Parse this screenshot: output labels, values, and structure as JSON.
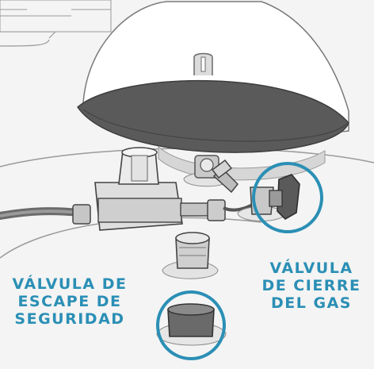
{
  "diagram": {
    "accent_color": "#2b8fb5",
    "callouts": {
      "shutoff_valve": {
        "lines": [
          "VÁLVULA",
          "DE CIERRE",
          "DEL GAS"
        ],
        "icon": "circle-callout"
      },
      "safety_relief_valve": {
        "lines": [
          "VÁLVULA DE",
          "ESCAPE DE",
          "SEGURIDAD"
        ],
        "icon": "circle-callout"
      }
    }
  }
}
